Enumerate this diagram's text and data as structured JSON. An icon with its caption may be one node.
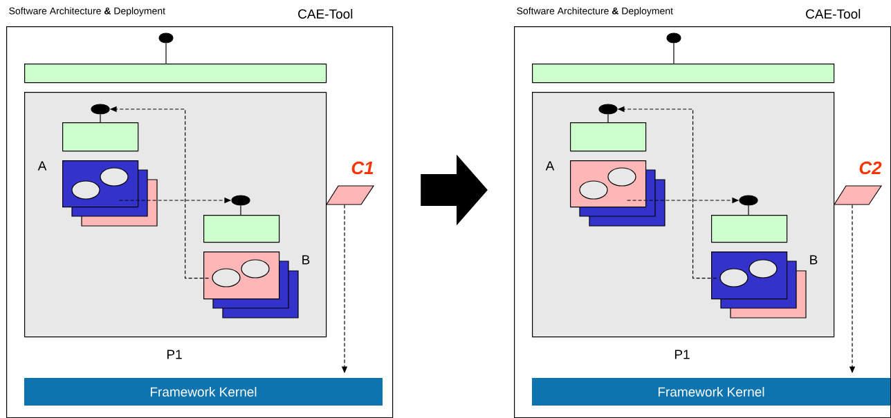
{
  "diagram": {
    "nodes": [
      {
        "text": [
          "Software Architecture **&** Deployment",
          "CAE-Tool"
        ]
      },
      {
        "text": [],
        "shape": "circle",
        "in": 0
      },
      {
        "text": [],
        "shape": "box",
        "in": 0
      },
      {
        "text": [
          "P1"
        ],
        "in": 0
      },
      {
        "text": [],
        "shape": "circle",
        "in": 3
      },
      {
        "text": [],
        "shape": "box",
        "in": 3
      },
      {
        "text": [],
        "shape": "box",
        "beside": [
          "A"
        ],
        "in": 3
      },
      {
        "text": [],
        "shape": "circle",
        "in": 3
      },
      {
        "text": [],
        "shape": "box",
        "in": 3
      },
      {
        "text": [],
        "shape": "box",
        "beside": [
          "B"
        ],
        "in": 3
      },
      {
        "text": [
          "C1"
        ],
        "in": 0
      },
      {
        "text": [
          "Framework Kernel"
        ],
        "in": 0
      },
      {
        "text": [
          "Software Architecture **&** Deployment",
          "CAE-Tool"
        ]
      },
      {
        "text": [],
        "shape": "circle",
        "in": 12
      },
      {
        "text": [],
        "shape": "box",
        "in": 12
      },
      {
        "text": [
          "P1"
        ],
        "in": 12
      },
      {
        "text": [],
        "shape": "circle",
        "in": 15
      },
      {
        "text": [],
        "shape": "box",
        "in": 15
      },
      {
        "text": [],
        "shape": "box",
        "beside": [
          "A"
        ],
        "in": 15
      },
      {
        "text": [],
        "shape": "circle",
        "in": 15
      },
      {
        "text": [],
        "shape": "box",
        "in": 15
      },
      {
        "text": [],
        "shape": "box",
        "beside": [
          "B"
        ],
        "in": 15
      },
      {
        "text": [
          "C2"
        ],
        "in": 12
      },
      {
        "text": [
          "Framework Kernel"
        ],
        "in": 12
      }
    ],
    "edges": [
      {
        "from": 1,
        "to": 2,
        "arrow": "none"
      },
      {
        "from": 4,
        "to": 5,
        "arrow": "none"
      },
      {
        "from": 7,
        "to": 8,
        "arrow": "none"
      },
      {
        "from": 9,
        "to": 4,
        "arrow": "to",
        "style": "dashed"
      },
      {
        "from": 6,
        "to": 7,
        "arrow": "to",
        "style": "dashed"
      },
      {
        "from": 10,
        "to": 11,
        "arrow": "to",
        "style": "dashed"
      },
      {
        "from": 13,
        "to": 14,
        "arrow": "none"
      },
      {
        "from": 16,
        "to": 17,
        "arrow": "none"
      },
      {
        "from": 19,
        "to": 20,
        "arrow": "none"
      },
      {
        "from": 21,
        "to": 16,
        "arrow": "to",
        "style": "dashed"
      },
      {
        "from": 18,
        "to": 19,
        "arrow": "to",
        "style": "dashed"
      },
      {
        "from": 22,
        "to": 23,
        "arrow": "to",
        "style": "dashed"
      },
      {
        "from": 0,
        "to": 12,
        "arrow": "to",
        "style": "thick"
      }
    ]
  }
}
